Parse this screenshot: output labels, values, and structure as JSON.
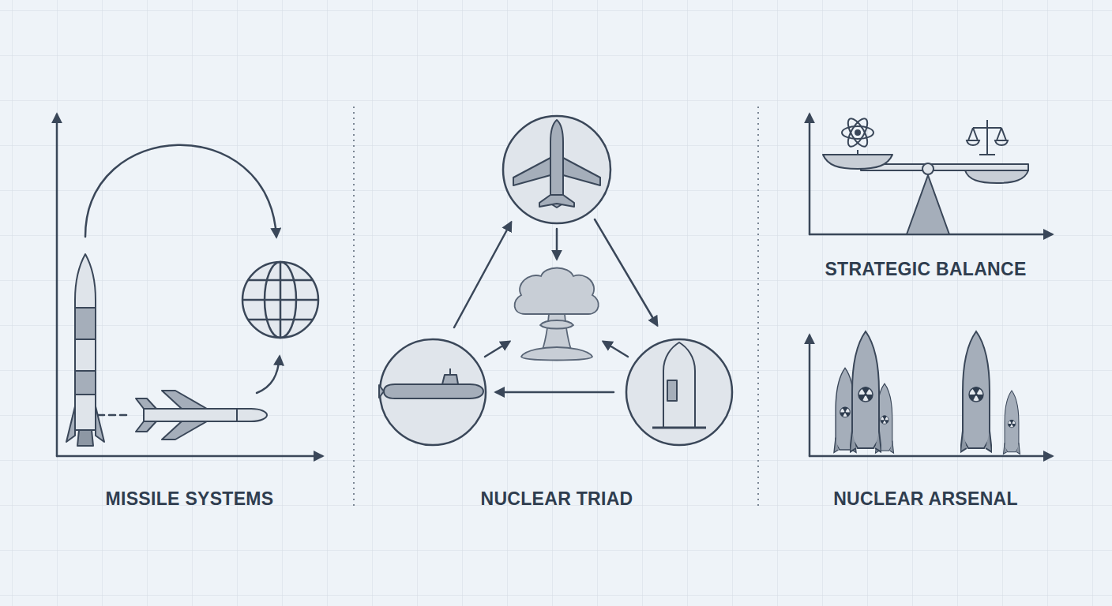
{
  "diagram": {
    "labels": [
      "MISSILE SYSTEMS",
      "NUCLEAR TRIAD",
      "STRATEGIC BALANCE",
      "NUCLEAR ARSENAL"
    ]
  }
}
